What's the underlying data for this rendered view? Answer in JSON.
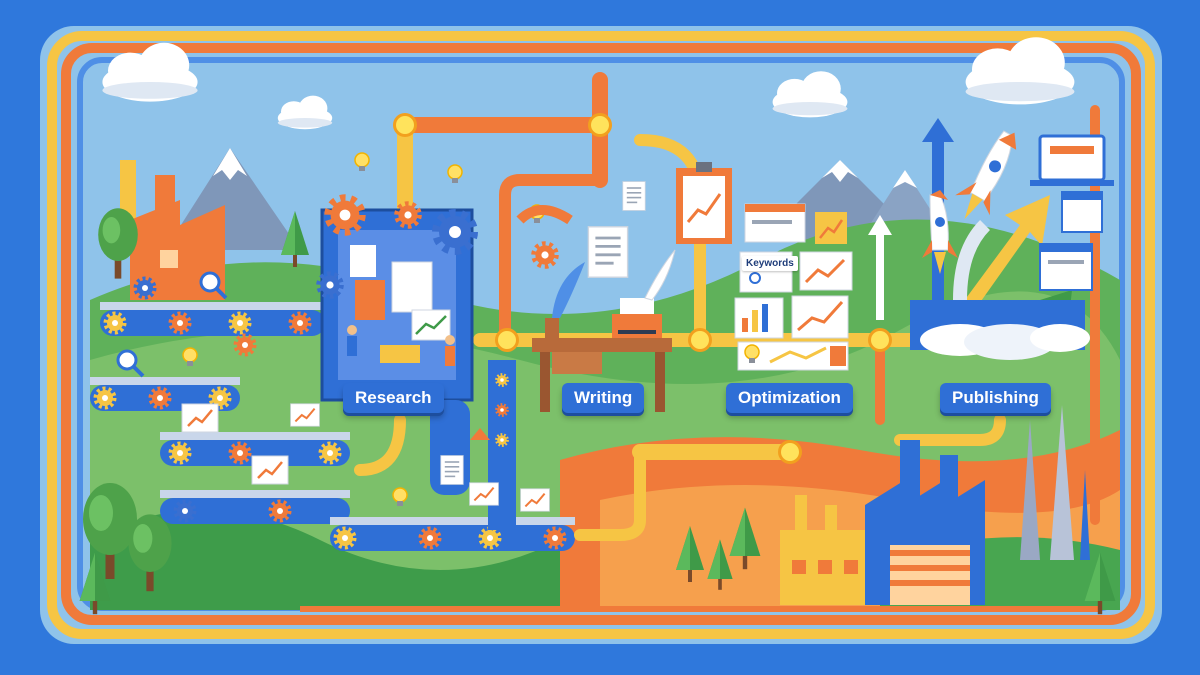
{
  "stages": [
    {
      "id": "research",
      "label": "Research"
    },
    {
      "id": "writing",
      "label": "Writing"
    },
    {
      "id": "optimization",
      "label": "Optimization"
    },
    {
      "id": "publishing",
      "label": "Publishing"
    }
  ],
  "annotations": {
    "keywords": "Keywords"
  },
  "colors": {
    "frame_blue": "#2f78dc",
    "sky": "#8fc3ea",
    "orange": "#f07a3a",
    "yellow": "#f6c544",
    "green": "#56a84a",
    "label_blue": "#2f6fd6"
  }
}
